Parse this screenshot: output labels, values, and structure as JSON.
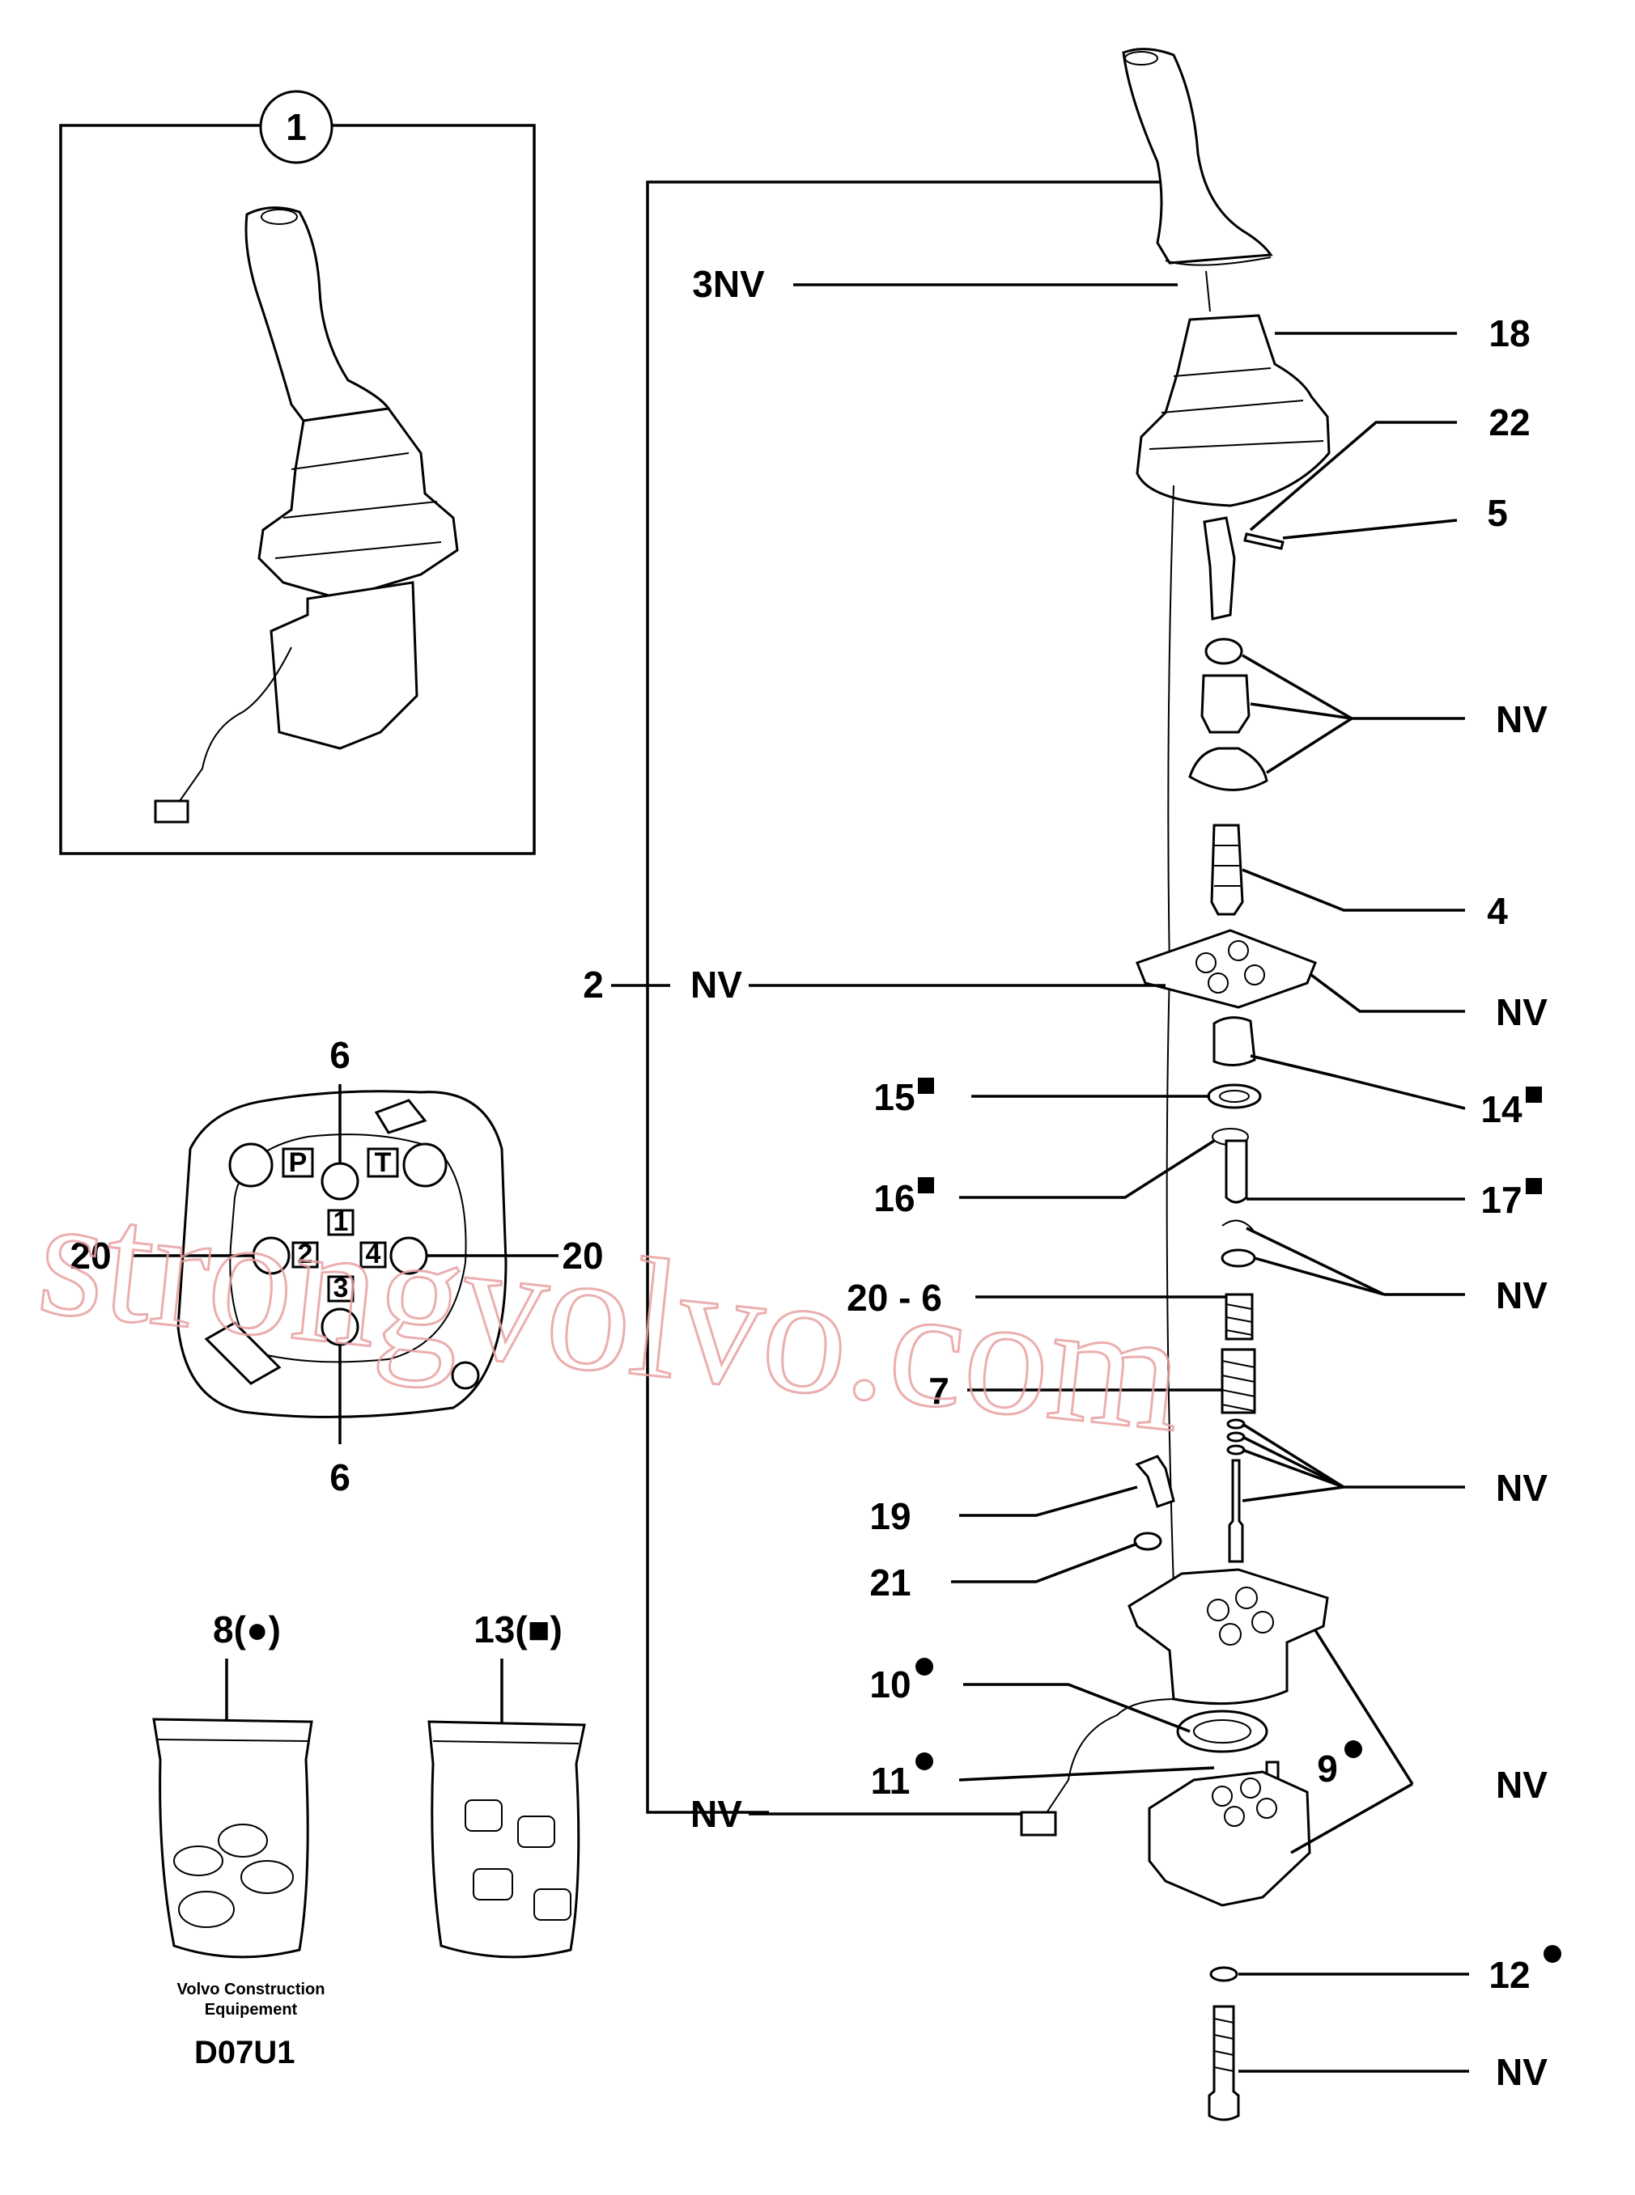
{
  "inset": {
    "assembly_callout": "1"
  },
  "port_view": {
    "top_callout": "6",
    "bottom_callout": "6",
    "left_callout": "20",
    "right_callout": "20",
    "port_letters": [
      "P",
      "T"
    ],
    "port_numbers": [
      "1",
      "2",
      "3",
      "4"
    ]
  },
  "kits": {
    "kit_8": "8(●)",
    "kit_13": "13(■)"
  },
  "footer": {
    "maker_line1": "Volvo Construction",
    "maker_line2": "Equipement",
    "diagram_code": "D07U1"
  },
  "callouts_left": {
    "c_3nv": "3NV",
    "c_2": "2",
    "c_2nv": "NV",
    "c_15": "15",
    "c_16": "16",
    "c_20_6": "20 - 6",
    "c_7": "7",
    "c_19": "19",
    "c_21": "21",
    "c_10": "10",
    "c_11": "11",
    "c_nv_bottom": "NV"
  },
  "callouts_right": {
    "c_18": "18",
    "c_22": "22",
    "c_5": "5",
    "c_nv_a": "NV",
    "c_4": "4",
    "c_nv_b": "NV",
    "c_14": "14",
    "c_17": "17",
    "c_nv_c": "NV",
    "c_nv_d": "NV",
    "c_9": "9",
    "c_nv_e": "NV",
    "c_12": "12",
    "c_nv_f": "NV"
  },
  "watermark": "strongvolvo.com"
}
